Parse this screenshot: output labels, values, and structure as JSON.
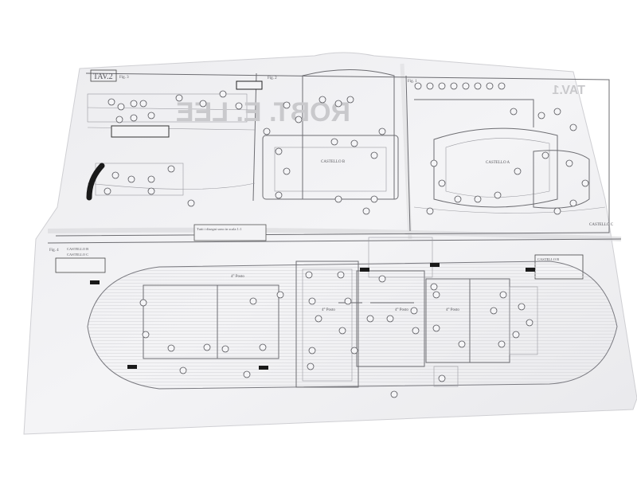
{
  "sheet": {
    "plate_left": "TAV.2",
    "plate_right": "TAV.1",
    "ghost_title": "ROBT. E. LEE",
    "fig_left": "Fig. 4",
    "fig_upper_left": "Fig. 3",
    "fig_upper_mid": "Fig. 2",
    "fig_upper_right": "Fig. 1",
    "castello_b": "CASTELLO B",
    "castello_a": "CASTELLO A",
    "castello_c": "CASTELLO C",
    "fig4_caption": [
      "CASTELLO B",
      "CASTELLO C"
    ],
    "note_scale": "Tutti i disegni sono in scala 1:1",
    "posto_labels": [
      "4° Posto",
      "4° Posto",
      "4° Posto",
      "4° Posto"
    ],
    "castello_note_title": "CASTELLO B"
  },
  "colors": {
    "paper": "#f1f1f3",
    "ink": "#6d6d72",
    "black_marker": "#1a1a1a"
  }
}
